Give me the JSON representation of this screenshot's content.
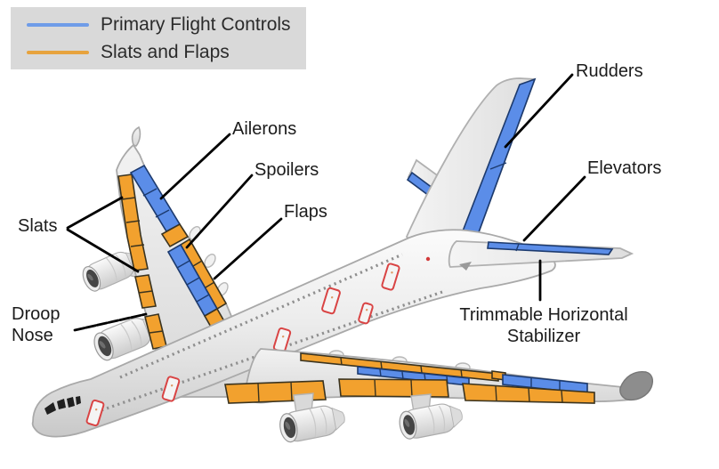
{
  "legend": {
    "background_color": "#d9d9d9",
    "items": [
      {
        "id": "primary-flight-controls",
        "label": "Primary Flight Controls",
        "color": "#6f9ce8"
      },
      {
        "id": "slats-and-flaps",
        "label": "Slats and Flaps",
        "color": "#e7a33e"
      }
    ]
  },
  "callouts": {
    "rudders": {
      "label": "Rudders"
    },
    "elevators": {
      "label": "Elevators"
    },
    "ailerons": {
      "label": "Ailerons"
    },
    "spoilers": {
      "label": "Spoilers"
    },
    "flaps": {
      "label": "Flaps"
    },
    "slats": {
      "label": "Slats"
    },
    "droop_nose": {
      "label": "Droop Nose"
    },
    "trimmable_horizontal_stabilizer": {
      "label": "Trimmable Horizontal Stabilizer"
    }
  },
  "colors": {
    "primary_flight_controls_surface": "#5b8de8",
    "slats_and_flaps_surface": "#f2a12e",
    "airframe": "#ececec",
    "door_outline": "#d94444",
    "leader_line": "#000000",
    "label_text": "#1b1b1b",
    "background": "#ffffff"
  }
}
